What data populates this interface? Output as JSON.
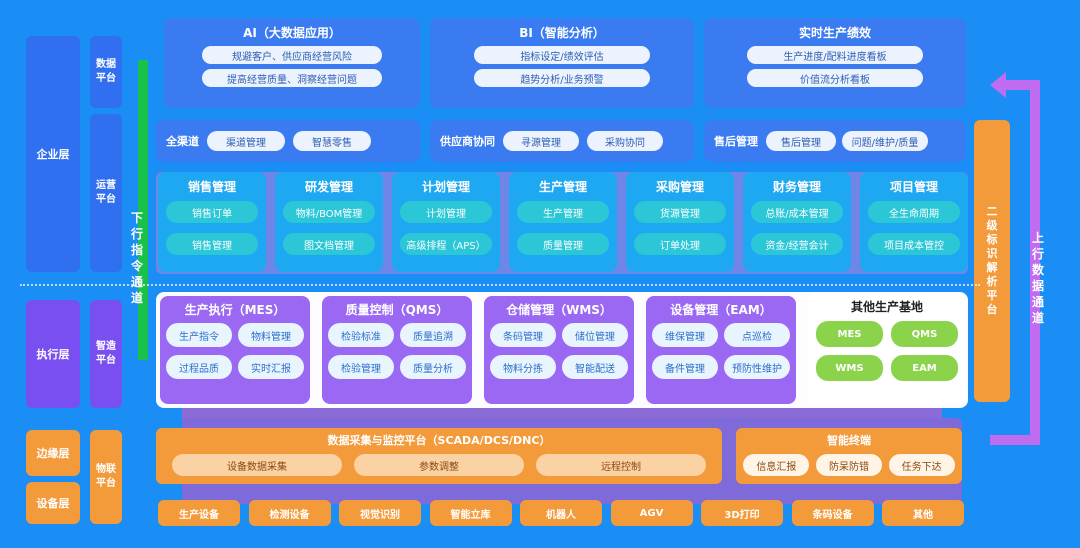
{
  "layers": {
    "enterprise": "企业层",
    "execution": "执行层",
    "edge": "边缘层",
    "device": "设备层"
  },
  "platforms": {
    "data": "数据平台",
    "operation": "运营平台",
    "smart_manufacturing": "智造平台",
    "iot": "物联平台"
  },
  "left_channel": "下行指令通道",
  "right_channel": "上行数据通道",
  "identity_platform": "二级标识解析平台",
  "top_cards": [
    {
      "title": "AI（大数据应用）",
      "items": [
        "规避客户、供应商经营风险",
        "提高经营质量、洞察经营问题"
      ]
    },
    {
      "title": "BI（智能分析）",
      "items": [
        "指标设定/绩效评估",
        "趋势分析/业务预警"
      ]
    },
    {
      "title": "实时生产绩效",
      "items": [
        "生产进度/配料进度看板",
        "价值流分析看板"
      ]
    }
  ],
  "row2": [
    {
      "label": "全渠道",
      "items": [
        "渠道管理",
        "智慧零售"
      ]
    },
    {
      "label": "供应商协同",
      "items": [
        "寻源管理",
        "采购协同"
      ]
    },
    {
      "label": "售后管理",
      "items": [
        "售后管理",
        "问题/维护/质量"
      ]
    }
  ],
  "modules": [
    {
      "title": "销售管理",
      "items": [
        "销售订单",
        "销售管理"
      ]
    },
    {
      "title": "研发管理",
      "items": [
        "物料/BOM管理",
        "图文档管理"
      ]
    },
    {
      "title": "计划管理",
      "items": [
        "计划管理",
        "高级排程（APS）"
      ]
    },
    {
      "title": "生产管理",
      "items": [
        "生产管理",
        "质量管理"
      ]
    },
    {
      "title": "采购管理",
      "items": [
        "货源管理",
        "订单处理"
      ]
    },
    {
      "title": "财务管理",
      "items": [
        "总账/成本管理",
        "资金/经营会计"
      ]
    },
    {
      "title": "项目管理",
      "items": [
        "全生命周期",
        "项目成本管控"
      ]
    }
  ],
  "exec_modules": [
    {
      "title": "生产执行（MES）",
      "items": [
        "生产指令",
        "物料管理",
        "过程品质",
        "实时汇报"
      ]
    },
    {
      "title": "质量控制（QMS）",
      "items": [
        "检验标准",
        "质量追溯",
        "检验管理",
        "质量分析"
      ]
    },
    {
      "title": "仓储管理（WMS）",
      "items": [
        "条码管理",
        "储位管理",
        "物料分拣",
        "智能配送"
      ]
    },
    {
      "title": "设备管理（EAM）",
      "items": [
        "维保管理",
        "点巡检",
        "备件管理",
        "预防性维护"
      ]
    }
  ],
  "other_base": {
    "title": "其他生产基地",
    "items": [
      "MES",
      "QMS",
      "WMS",
      "EAM"
    ]
  },
  "scada": {
    "title": "数据采集与监控平台（SCADA/DCS/DNC）",
    "items": [
      "设备数据采集",
      "参数调整",
      "远程控制"
    ]
  },
  "terminal": {
    "title": "智能终端",
    "items": [
      "信息汇报",
      "防呆防错",
      "任务下达"
    ]
  },
  "devices": [
    "生产设备",
    "检测设备",
    "视觉识别",
    "智能立库",
    "机器人",
    "AGV",
    "3D打印",
    "条码设备",
    "其他"
  ]
}
